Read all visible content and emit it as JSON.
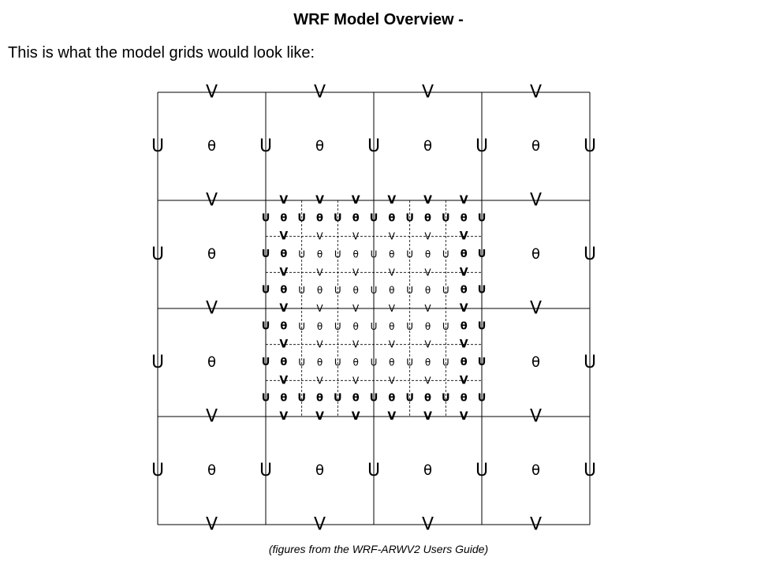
{
  "title": "WRF Model Overview -",
  "subtitle": "This is what the model grids would look like:",
  "caption": "(figures from the WRF-ARWV2 Users Guide)",
  "symbols": {
    "u": "U",
    "v": "V",
    "theta": "θ"
  },
  "colors": {
    "line": "#000000",
    "text": "#000000",
    "background": "#ffffff"
  },
  "coarse_grid": {
    "cols": 4,
    "rows": 4
  },
  "nest_grid": {
    "cols": 6,
    "rows": 6
  }
}
